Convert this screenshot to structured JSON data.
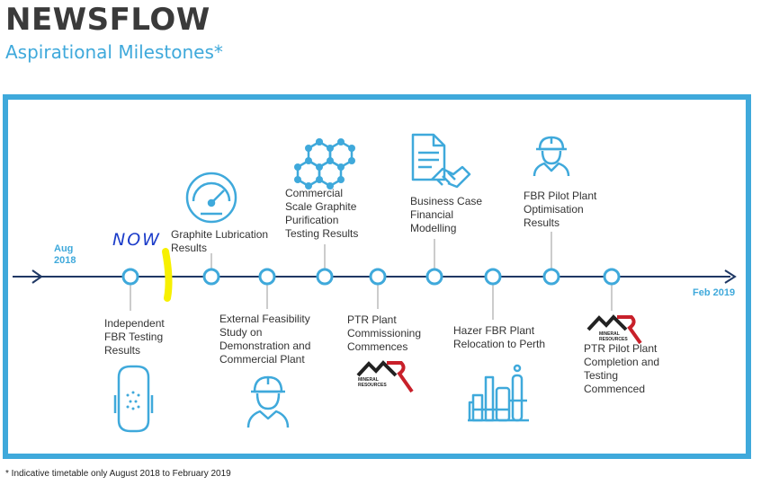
{
  "header": {
    "title": "NEWSFLOW",
    "subtitle": "Aspirational Milestones*"
  },
  "timeline": {
    "start_label_line1": "Aug",
    "start_label_line2": "2018",
    "end_label": "Feb 2019",
    "annotation": "NOW",
    "accent_color": "#3fa9db",
    "line_color": "#1f3864"
  },
  "milestones": [
    {
      "label": "Independent FBR Testing Results",
      "icon": "reactor-vessel-icon",
      "position": "below"
    },
    {
      "label": "Graphite Lubrication Results",
      "icon": "gauge-icon",
      "position": "above"
    },
    {
      "label": "External Feasibility Study on Demonstration and Commercial Plant",
      "icon": "engineer-icon",
      "position": "below"
    },
    {
      "label": "Commercial Scale Graphite Purification Testing Results",
      "icon": "graphite-lattice-icon",
      "position": "above"
    },
    {
      "label": "PTR Plant Commissioning Commences",
      "icon": "mineral-resources-logo",
      "position": "below"
    },
    {
      "label": "Business Case Financial Modelling",
      "icon": "document-handshake-icon",
      "position": "above"
    },
    {
      "label": "Hazer FBR Plant Relocation to Perth",
      "icon": "plant-icon",
      "position": "below"
    },
    {
      "label": "FBR Pilot Plant Optimisation Results",
      "icon": "engineer-icon",
      "position": "above"
    },
    {
      "label": "PTR Pilot Plant Completion and Testing Commenced",
      "icon": "mineral-resources-logo",
      "position": "below"
    }
  ],
  "logo": {
    "text_line1": "MINERAL",
    "text_line2": "RESOURCES"
  },
  "footnote": "* Indicative timetable only August 2018 to February 2019"
}
